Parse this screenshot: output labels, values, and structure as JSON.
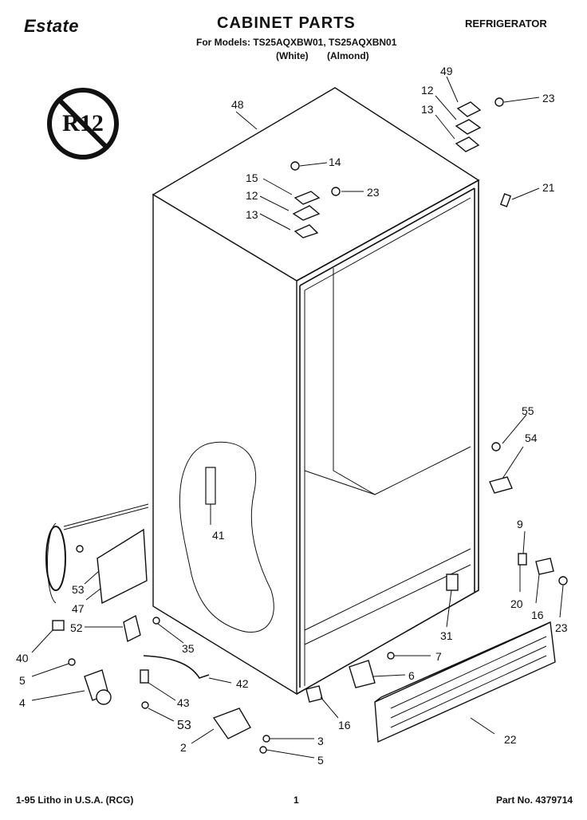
{
  "header": {
    "brand": "Estate",
    "title": "CABINET PARTS",
    "models": "For Models: TS25AQXBW01, TS25AQXBN01",
    "colors": "(White) (Almond)",
    "category": "REFRIGERATOR",
    "badge_text": "R12"
  },
  "footer": {
    "print_info": "1-95 Litho in U.S.A. (RCG)",
    "page": "1",
    "part_number": "Part No. 4379714"
  },
  "callouts": [
    "48",
    "49",
    "12",
    "13",
    "23",
    "14",
    "15",
    "12",
    "23",
    "13",
    "21",
    "55",
    "54",
    "41",
    "9",
    "53",
    "47",
    "52",
    "20",
    "16",
    "23",
    "40",
    "35",
    "31",
    "5",
    "7",
    "4",
    "6",
    "42",
    "43",
    "53",
    "16",
    "22",
    "3",
    "2",
    "5"
  ]
}
